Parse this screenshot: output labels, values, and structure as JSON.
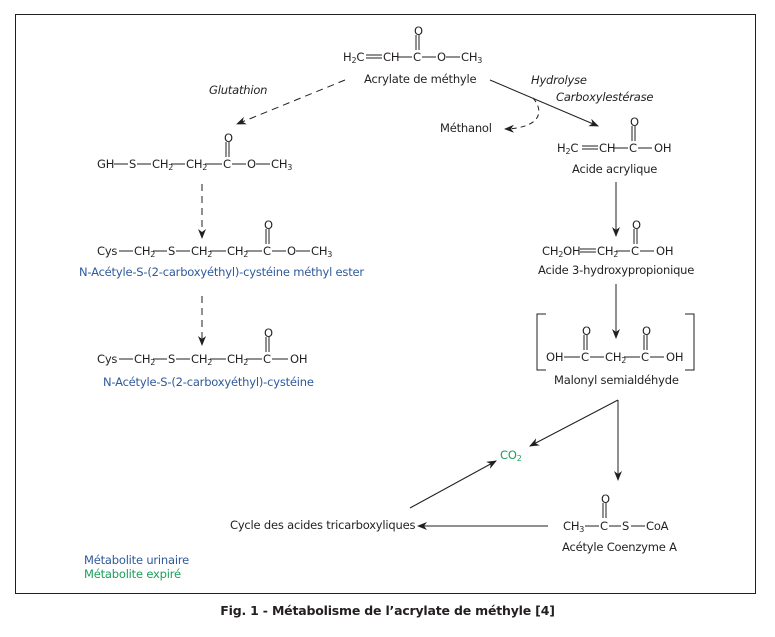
{
  "figure": {
    "caption": "Fig. 1 - Métabolisme de l’acrylate de méthyle [4]"
  },
  "compounds": {
    "methyl_acrylate": {
      "formula_left": "H",
      "formula_parts": [
        "H₂C",
        "CH",
        "C",
        "O",
        "CH₃"
      ],
      "carbonyl_o": "O",
      "name": "Acrylate de méthyle"
    },
    "gsh_adduct": {
      "formula_parts": [
        "GH",
        "S",
        "CH₂",
        "CH₂",
        "C",
        "O",
        "CH₃"
      ],
      "carbonyl_o": "O"
    },
    "nac_methyl_ester": {
      "formula_parts": [
        "Cys",
        "CH₂",
        "S",
        "CH₂",
        "CH₂",
        "C",
        "O",
        "CH₃"
      ],
      "carbonyl_o": "O",
      "name": "N-Acétyle-S-(2-carboxyéthyl)-cystéine méthyl ester"
    },
    "nac": {
      "formula_parts": [
        "Cys",
        "CH₂",
        "S",
        "CH₂",
        "CH₂",
        "C",
        "OH"
      ],
      "carbonyl_o": "O",
      "name": "N-Acétyle-S-(2-carboxyéthyl)-cystéine"
    },
    "acrylic_acid": {
      "formula_parts": [
        "H₂C",
        "CH",
        "C",
        "OH"
      ],
      "carbonyl_o": "O",
      "name": "Acide acrylique"
    },
    "hydroxypropionic": {
      "formula_parts": [
        "CH₂OH",
        "CH₂",
        "C",
        "OH"
      ],
      "carbonyl_o": "O",
      "name": "Acide 3-hydroxypropionique"
    },
    "malonyl": {
      "formula_parts": [
        "OH",
        "C",
        "CH₂",
        "C",
        "OH"
      ],
      "carbonyl_o": "O",
      "name": "Malonyl semialdéhyde"
    },
    "acetyl_coa": {
      "formula_parts": [
        "CH₃",
        "C",
        "S",
        "CoA"
      ],
      "carbonyl_o": "O",
      "name": "Acétyle Coenzyme A"
    },
    "methanol": {
      "name": "Méthanol"
    },
    "co2": {
      "name": "CO",
      "sub": "2"
    },
    "tca": {
      "name": "Cycle des acides tricarboxyliques"
    }
  },
  "reactions": {
    "glutathion": "Glutathion",
    "hydrolyse": "Hydrolyse",
    "carboxylesterase": "Carboxylestérase"
  },
  "legend": {
    "items": [
      {
        "label": "Métabolite urinaire",
        "color": "#2e5a9c"
      },
      {
        "label": "Métabolite expiré",
        "color": "#1aa05a"
      }
    ]
  }
}
